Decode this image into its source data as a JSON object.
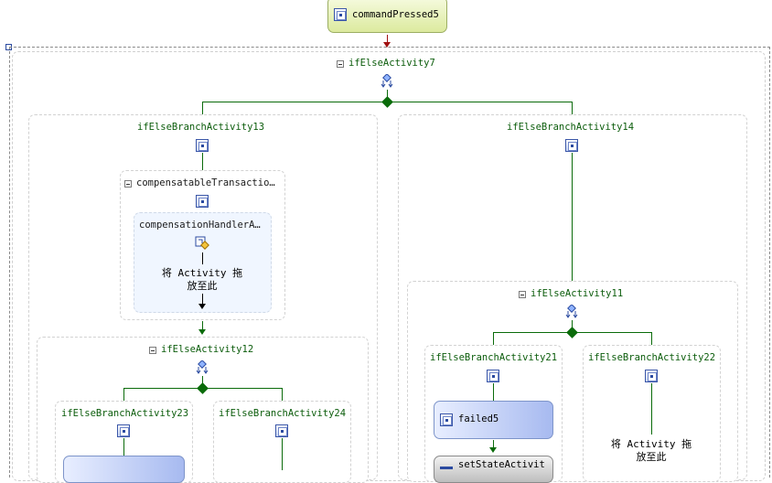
{
  "activities": {
    "command_pressed": "commandPressed5",
    "if_else_7": "ifElseActivity7",
    "branch_13": "ifElseBranchActivity13",
    "branch_14": "ifElseBranchActivity14",
    "compensatable_transaction": "compensatableTransactio…",
    "compensation_handler": "compensationHandlerA…",
    "drop_hint": "将 Activity 拖\n放至此",
    "if_else_12": "ifElseActivity12",
    "branch_23": "ifElseBranchActivity23",
    "branch_24": "ifElseBranchActivity24",
    "if_else_11": "ifElseActivity11",
    "branch_21": "ifElseBranchActivity21",
    "branch_22": "ifElseBranchActivity22",
    "failed": "failed5",
    "set_state": "setStateActivit",
    "drop_hint_2": "将 Activity 拖\n放至此"
  },
  "colors": {
    "connector": "#0a6b0a",
    "top_arrow": "#a01010",
    "event_activity": "#e4efb0",
    "activity_blue": "#a7baf0"
  }
}
